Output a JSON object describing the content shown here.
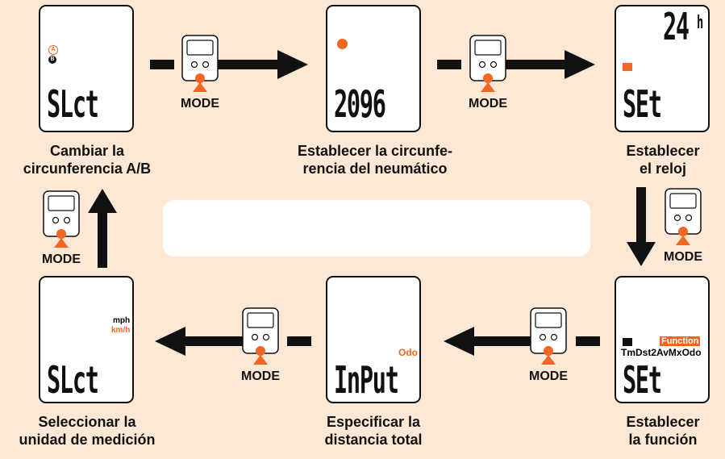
{
  "screens": {
    "s1": {
      "display": "SLct",
      "caption1": "Cambiar la",
      "caption2": "circunferencia A/B"
    },
    "s2": {
      "display": "2096",
      "caption1": "Establecer la circunfe-",
      "caption2": "rencia del neumático"
    },
    "s3": {
      "display": "SEt",
      "top": "24",
      "suffix": "h",
      "caption1": "Establecer",
      "caption2": "el reloj"
    },
    "s4": {
      "display": "SEt",
      "function_label": "Function",
      "function_items": "TmDst2AvMxOdo",
      "caption1": "Establecer",
      "caption2": "la función"
    },
    "s5": {
      "display": "InPut",
      "odo": "Odo",
      "caption1": "Especificar la",
      "caption2": "distancia total"
    },
    "s6": {
      "display": "SLct",
      "unit1": "mph",
      "unit2": "km/h",
      "caption1": "Seleccionar la",
      "caption2": "unidad de medición"
    }
  },
  "mode_label": "MODE",
  "colors": {
    "accent": "#f26522",
    "background": "#fde8d6",
    "arrow": "#111111"
  }
}
